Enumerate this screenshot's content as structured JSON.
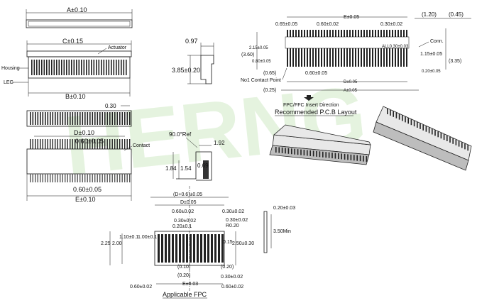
{
  "colors": {
    "line": "#111111",
    "watermark": "#cfe9c4",
    "body_fill": "#e8e8e8"
  },
  "watermark": {
    "text": "HERNG"
  },
  "top_view": {
    "dim_a": "A±0.10",
    "dim_c": "C±0.15",
    "label_actuator": "Actuator",
    "label_housing": "Housing",
    "label_leg": "LEG",
    "dim_b": "B±0.10",
    "dim_pitch_030": "0.30"
  },
  "side_view": {
    "dim_097": "0.97",
    "dim_385": "3.85±0.20"
  },
  "front_view": {
    "dim_d": "D±0.10",
    "dim_060_top": "0.60±0.05",
    "label_contact": "Contact",
    "dim_060_bottom": "0.60±0.05",
    "dim_e": "E±0.10"
  },
  "section_view": {
    "dim_angle": "90.0°Ref",
    "dim_192": "1.92",
    "dim_184": "1.84",
    "dim_154": "1.54",
    "dim_069": "0.69"
  },
  "pcb_layout": {
    "dim_e_top": "E±0.05",
    "dim_120": "(1.20)",
    "dim_045": "(0.45)",
    "dim_065": "0.65±0.05",
    "dim_060_top": "0.60±0.02",
    "dim_030": "0.30±0.02",
    "dim_215": "2.15±0.05",
    "dim_360": "(3.60)",
    "dim_080": "0.80±0.05",
    "dim_065b": "(0.65)",
    "dim_060_mid": "0.60±0.05",
    "label_no1": "No1 Contact Point",
    "label_conn": "Conn.",
    "dim_all030": "ALL0.30±0.03",
    "dim_115": "1.15±0.05",
    "dim_335": "(3.35)",
    "dim_020": "0.20±0.05",
    "dim_d": "D±0.05",
    "dim_025": "(0.25)",
    "dim_a": "A±0.05",
    "label_fpc_dir": "FPC/FFC Insert Direction",
    "title": "Recommended P.C.B Layout"
  },
  "fpc": {
    "dim_d06": "(D+0.6)±0.05",
    "dim_d": "D±0.05",
    "dim_060_t": "0.60±0.02",
    "dim_030_t": "0.30±0.02",
    "dim_030_t2": "0.30±0.02",
    "dim_030_t3": "0.30±0.02",
    "dim_020_t": "0.20±0.1",
    "dim_r020": "R0.20",
    "dim_110": "1.10±0.1",
    "dim_100": "1.00±0.1",
    "dim_225": "2.25",
    "dim_200": "2.00",
    "dim_015": "0.15",
    "dim_250": "2.50±0.30",
    "dim_010": "(0.10)",
    "dim_020_b": "(0.20)",
    "dim_020_b2": "(0.20)",
    "dim_030_b": "0.30±0.02",
    "dim_e": "E±0.03",
    "dim_060_bl": "0.60±0.02",
    "dim_060_br": "0.60±0.02",
    "label": "Applicable FPC",
    "dim_020_side": "0.20±0.03",
    "dim_350": "3.50Min"
  }
}
